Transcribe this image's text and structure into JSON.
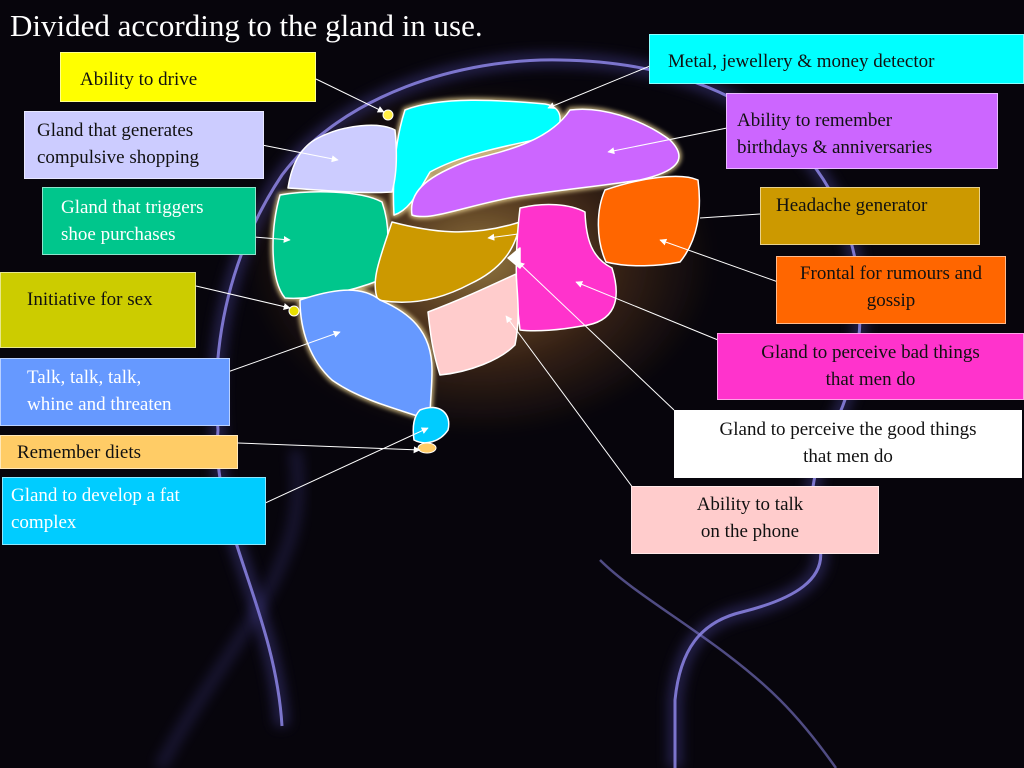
{
  "title": "Divided according to the gland in use.",
  "colors": {
    "background": "#07050c",
    "head_outline": "#6a62c8",
    "connector": "#ffffff"
  },
  "labels": [
    {
      "id": "drive",
      "lines": [
        "Ability to drive"
      ],
      "bg": "#ffff00"
    },
    {
      "id": "shopping",
      "lines": [
        "Gland that generates",
        "compulsive shopping"
      ],
      "bg": "#ccccff"
    },
    {
      "id": "shoes",
      "lines": [
        "Gland that triggers",
        "shoe purchases"
      ],
      "bg": "#00c68c",
      "color": "#ffffff"
    },
    {
      "id": "sex",
      "lines": [
        "Initiative for sex"
      ],
      "bg": "#cccc00"
    },
    {
      "id": "talk",
      "lines": [
        "Talk, talk, talk,",
        "whine and threaten"
      ],
      "bg": "#6699ff",
      "color": "#ffffff"
    },
    {
      "id": "diets",
      "lines": [
        "Remember diets"
      ],
      "bg": "#ffcc66"
    },
    {
      "id": "fat",
      "lines": [
        "Gland to develop a fat",
        "complex"
      ],
      "bg": "#00ccff",
      "color": "#ffffff"
    },
    {
      "id": "metal",
      "lines": [
        "Metal, jewellery & money detector"
      ],
      "bg": "#00ffff"
    },
    {
      "id": "birthdays",
      "lines": [
        "Ability to remember",
        "birthdays & anniversaries"
      ],
      "bg": "#cc66ff"
    },
    {
      "id": "headache",
      "lines": [
        "Headache generator"
      ],
      "bg": "#cc9900"
    },
    {
      "id": "gossip",
      "lines": [
        "Frontal for rumours and",
        "gossip"
      ],
      "bg": "#ff6600"
    },
    {
      "id": "badthings",
      "lines": [
        "Gland to perceive bad things",
        "that  men do"
      ],
      "bg": "#ff33cc"
    },
    {
      "id": "goodthings",
      "lines": [
        "Gland to perceive the good things",
        "that men do"
      ],
      "bg": "#ffffff"
    },
    {
      "id": "phone",
      "lines": [
        "Ability to talk",
        "on the phone"
      ],
      "bg": "#ffcccc"
    }
  ],
  "regions": [
    {
      "id": "drive",
      "color": "#ffee44"
    },
    {
      "id": "metal",
      "color": "#00ffff"
    },
    {
      "id": "shopping",
      "color": "#ccccff"
    },
    {
      "id": "birthdays",
      "color": "#cc66ff"
    },
    {
      "id": "shoes",
      "color": "#00c68c"
    },
    {
      "id": "sex",
      "color": "#e8e000"
    },
    {
      "id": "headache",
      "color": "#cc9900"
    },
    {
      "id": "badthings",
      "color": "#ff33cc"
    },
    {
      "id": "gossip",
      "color": "#ff6600"
    },
    {
      "id": "talk",
      "color": "#6699ff"
    },
    {
      "id": "phone",
      "color": "#ffcccc"
    },
    {
      "id": "goodthings",
      "color": "#ffffff"
    },
    {
      "id": "fat",
      "color": "#00ccff"
    },
    {
      "id": "diets",
      "color": "#ffcc66"
    }
  ]
}
